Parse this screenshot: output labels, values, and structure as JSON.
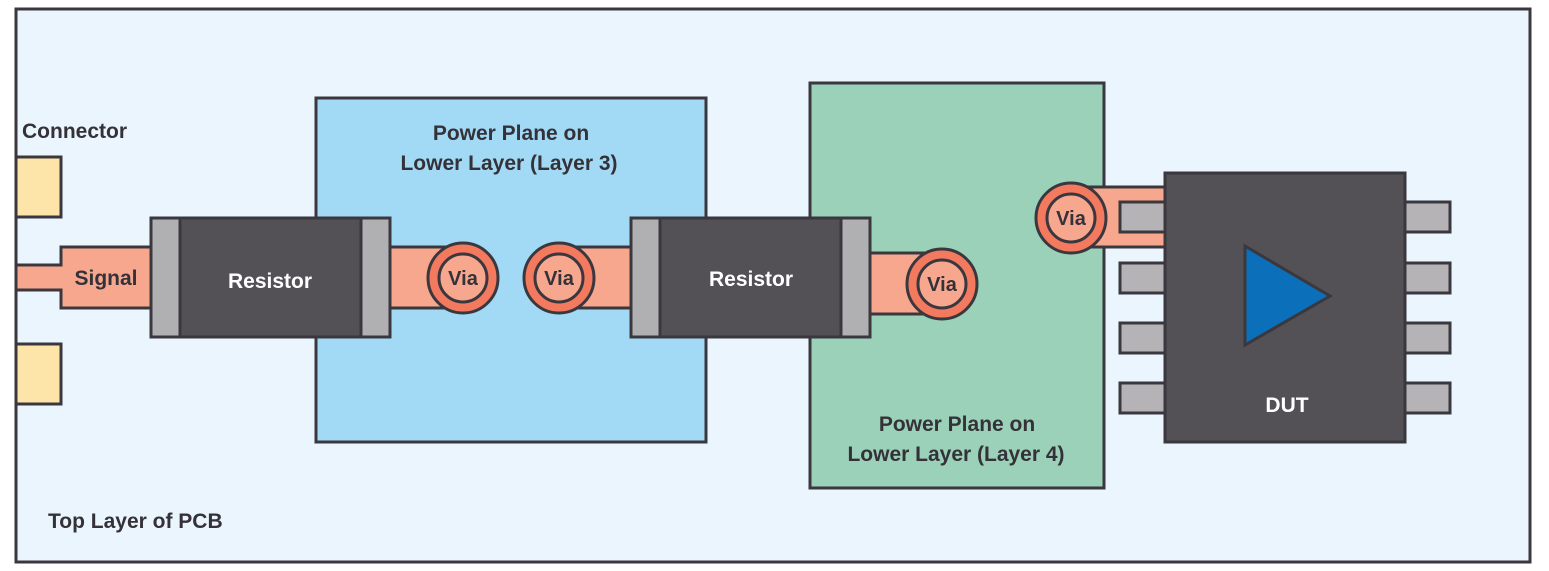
{
  "diagram": {
    "board_label": "Top Layer of PCB",
    "connector_label": "Connector",
    "signal_label": "Signal",
    "resistor_1_label": "Resistor",
    "resistor_2_label": "Resistor",
    "via_labels": [
      "Via",
      "Via",
      "Via",
      "Via"
    ],
    "power_plane_layer3": {
      "line1": "Power Plane on",
      "line2": "Lower Layer (Layer 3)"
    },
    "power_plane_layer4": {
      "line1": "Power Plane on",
      "line2": "Lower Layer (Layer 4)"
    },
    "dut_label": "DUT",
    "dut_symbol": "amplifier-triangle",
    "colors": {
      "board": "#eaf5fd",
      "outline": "#3a383e",
      "connector_pad": "#fde4a8",
      "trace": "#f8a78f",
      "via_ring": "#f37a5e",
      "resistor_body": "#535156",
      "resistor_cap": "#b0b0b2",
      "power_plane_3": "#a2daf6",
      "power_plane_4": "#9ad1b8",
      "dut_body": "#535156",
      "dut_pin": "#b5b3b6",
      "amplifier": "#0b6fba"
    }
  }
}
